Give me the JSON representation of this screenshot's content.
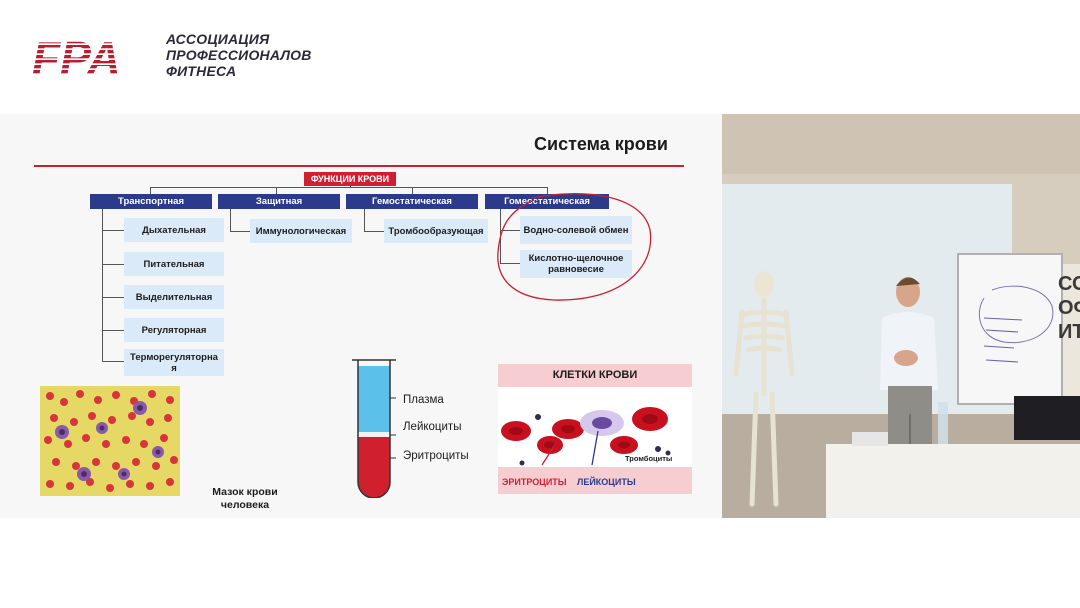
{
  "header": {
    "logo_text": "FPA",
    "org_name_lines": [
      "АССОЦИАЦИЯ",
      "ПРОФЕССИОНАЛОВ",
      "ФИТНЕСА"
    ]
  },
  "slide": {
    "title": "Система крови",
    "root": "ФУНКЦИИ КРОВИ",
    "categories": [
      {
        "label": "Транспортная",
        "subs": [
          "Дыхательная",
          "Питательная",
          "Выделительная",
          "Регуляторная",
          "Терморегуляторна я"
        ]
      },
      {
        "label": "Защитная",
        "subs": [
          "Иммунологическая"
        ]
      },
      {
        "label": "Гемостатическая",
        "subs": [
          "Тромбообразующая"
        ]
      },
      {
        "label": "Гомеостатическая",
        "subs": [
          "Водно-солевой обмен",
          "Кислотно-щелочное равновесие"
        ]
      }
    ],
    "smear_caption": "Мазок крови человека",
    "tube_labels": [
      "Плазма",
      "Лейкоциты",
      "Эритроциты"
    ],
    "cells_panel": {
      "header": "КЛЕТКИ КРОВИ",
      "erythrocytes": "ЭРИТРОЦИТЫ",
      "leukocytes": "ЛЕЙКОЦИТЫ",
      "platelets": "Тромбоциты"
    },
    "colors": {
      "accent_red": "#d01f33",
      "navy": "#2c3a8c",
      "light_blue": "#dbeaf8"
    }
  },
  "video": {
    "board_text_fragments": [
      "СО",
      "ОФ",
      "ИТН"
    ]
  }
}
